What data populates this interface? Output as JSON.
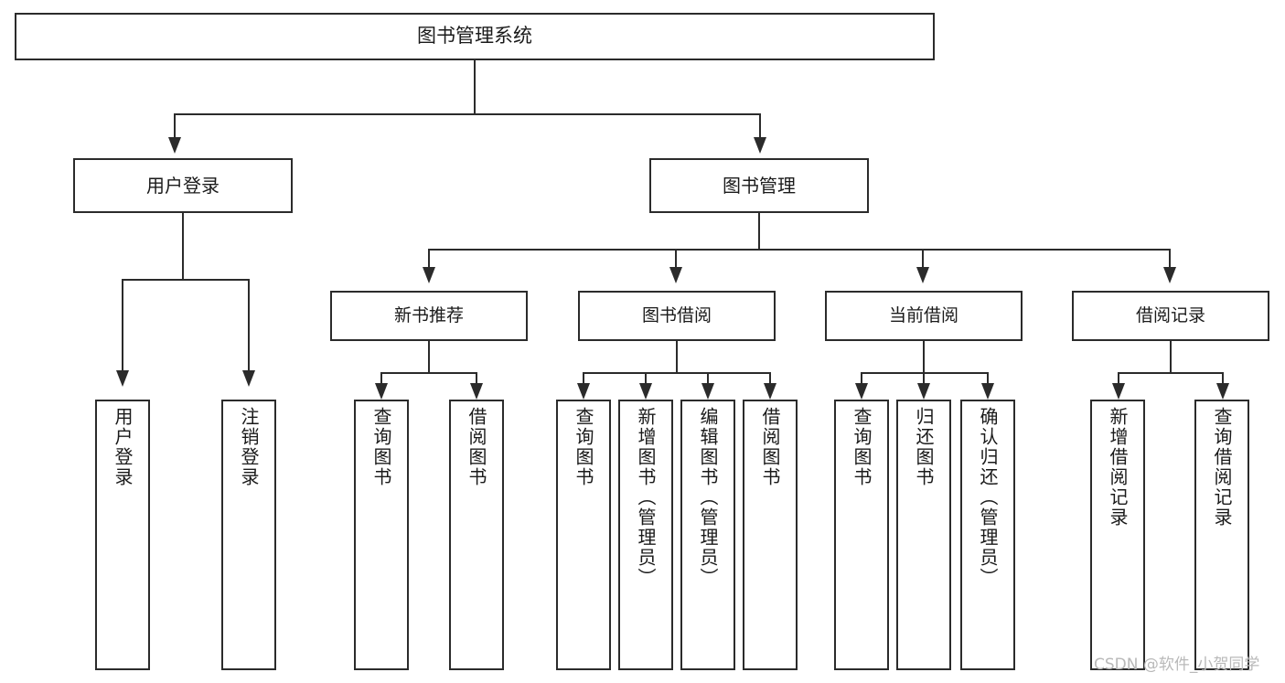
{
  "diagram": {
    "title": "图书管理系统",
    "type": "tree",
    "root": {
      "id": "root",
      "label": "图书管理系统"
    },
    "level2": [
      {
        "id": "user-login",
        "label": "用户登录"
      },
      {
        "id": "book-manage",
        "label": "图书管理"
      }
    ],
    "level3": [
      {
        "id": "new-book-recommend",
        "label": "新书推荐",
        "parent": "book-manage"
      },
      {
        "id": "book-borrow",
        "label": "图书借阅",
        "parent": "book-manage"
      },
      {
        "id": "current-borrow",
        "label": "当前借阅",
        "parent": "book-manage"
      },
      {
        "id": "borrow-record",
        "label": "借阅记录",
        "parent": "book-manage"
      }
    ],
    "leaves": [
      {
        "id": "leaf-user-login",
        "label": "用户登录",
        "parent": "user-login"
      },
      {
        "id": "leaf-logout",
        "label": "注销登录",
        "parent": "user-login"
      },
      {
        "id": "leaf-query-book-1",
        "label": "查询图书",
        "parent": "new-book-recommend"
      },
      {
        "id": "leaf-borrow-book-1",
        "label": "借阅图书",
        "parent": "new-book-recommend"
      },
      {
        "id": "leaf-query-book-2",
        "label": "查询图书",
        "parent": "book-borrow"
      },
      {
        "id": "leaf-add-book",
        "label": "新增图书（管理员）",
        "parent": "book-borrow"
      },
      {
        "id": "leaf-edit-book",
        "label": "编辑图书（管理员）",
        "parent": "book-borrow"
      },
      {
        "id": "leaf-borrow-book-2",
        "label": "借阅图书",
        "parent": "book-borrow"
      },
      {
        "id": "leaf-query-book-3",
        "label": "查询图书",
        "parent": "current-borrow"
      },
      {
        "id": "leaf-return-book",
        "label": "归还图书",
        "parent": "current-borrow"
      },
      {
        "id": "leaf-confirm-return",
        "label": "确认归还（管理员）",
        "parent": "current-borrow"
      },
      {
        "id": "leaf-add-record",
        "label": "新增借阅记录",
        "parent": "borrow-record"
      },
      {
        "id": "leaf-query-record",
        "label": "查询借阅记录",
        "parent": "borrow-record"
      }
    ]
  },
  "watermark": {
    "text": "CSDN @软件_小贺同学"
  },
  "colors": {
    "stroke": "#2b2b2b",
    "fill": "#ffffff",
    "text": "#1a1a1a",
    "watermark": "#b9b9b9"
  }
}
